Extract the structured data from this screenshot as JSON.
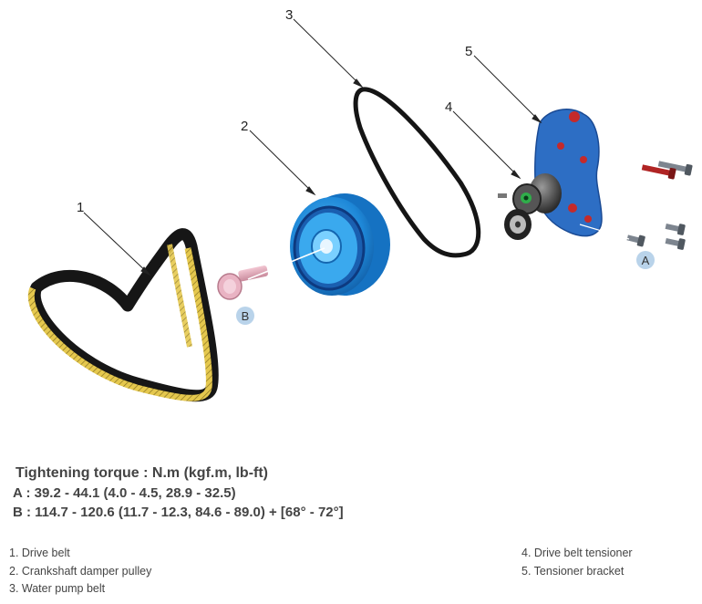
{
  "callouts": {
    "n1": "1",
    "n2": "2",
    "n3": "3",
    "n4": "4",
    "n5": "5",
    "a": "A",
    "b": "B"
  },
  "torque": {
    "title": "Tightening torque : N.m (kgf.m, lb-ft)",
    "a": "A : 39.2 - 44.1 (4.0 - 4.5, 28.9 - 32.5)",
    "b": "B : 114.7 - 120.6 (11.7 - 12.3, 84.6 - 89.0) + [68° - 72°]"
  },
  "legend": {
    "items": [
      "1. Drive belt",
      "2. Crankshaft damper pulley",
      "3. Water pump belt",
      "4. Drive belt tensioner",
      "5. Tensioner bracket"
    ]
  },
  "colors": {
    "belt_dark": "#1a1a1a",
    "belt_ribs": "#e0c24a",
    "pulley_blue": "#1e88d8",
    "bracket_blue": "#2b6fc4",
    "bolt_red": "#c02828",
    "label_circle": "#b9d3ea"
  }
}
